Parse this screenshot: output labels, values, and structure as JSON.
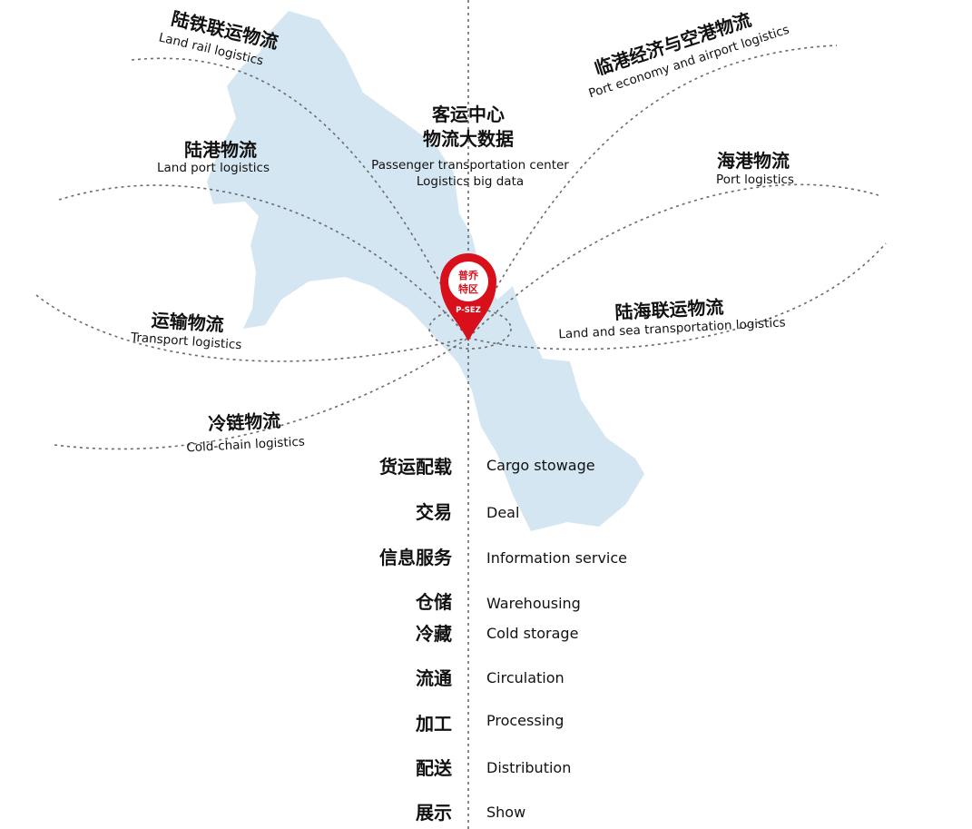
{
  "colors": {
    "region_fill": "#d4e6f1",
    "pin_red": "#d8101c",
    "dashed_line": "#6b6b6b"
  },
  "center": {
    "cn_line1": "客运中心",
    "cn_line2": "物流大数据",
    "en_line1": "Passenger transportation center",
    "en_line2": "Logistics big data"
  },
  "pin": {
    "cn_line1": "普乔",
    "cn_line2": "特区",
    "en": "P-SEZ"
  },
  "logistics": {
    "land_rail": {
      "cn": "陆铁联运物流",
      "en": "Land rail logistics"
    },
    "land_port": {
      "cn": "陆港物流",
      "en": "Land port logistics"
    },
    "transport": {
      "cn": "运输物流",
      "en": "Transport logistics"
    },
    "cold_chain": {
      "cn": "冷链物流",
      "en": "Cold-chain logistics"
    },
    "airport": {
      "cn": "临港经济与空港物流",
      "en": "Port economy and airport logistics"
    },
    "seaport": {
      "cn": "海港物流",
      "en": "Port logistics"
    },
    "land_sea": {
      "cn": "陆海联运物流",
      "en": "Land and sea transportation logistics"
    }
  },
  "services": [
    {
      "cn": "货运配载",
      "en": "Cargo stowage"
    },
    {
      "cn": "交易",
      "en": "Deal"
    },
    {
      "cn": "信息服务",
      "en": "Information service"
    },
    {
      "cn": "仓储",
      "en": "Warehousing"
    },
    {
      "cn": "冷藏",
      "en": "Cold storage"
    },
    {
      "cn": "流通",
      "en": "Circulation"
    },
    {
      "cn": "加工",
      "en": "Processing"
    },
    {
      "cn": "配送",
      "en": "Distribution"
    },
    {
      "cn": "展示",
      "en": "Show"
    }
  ]
}
